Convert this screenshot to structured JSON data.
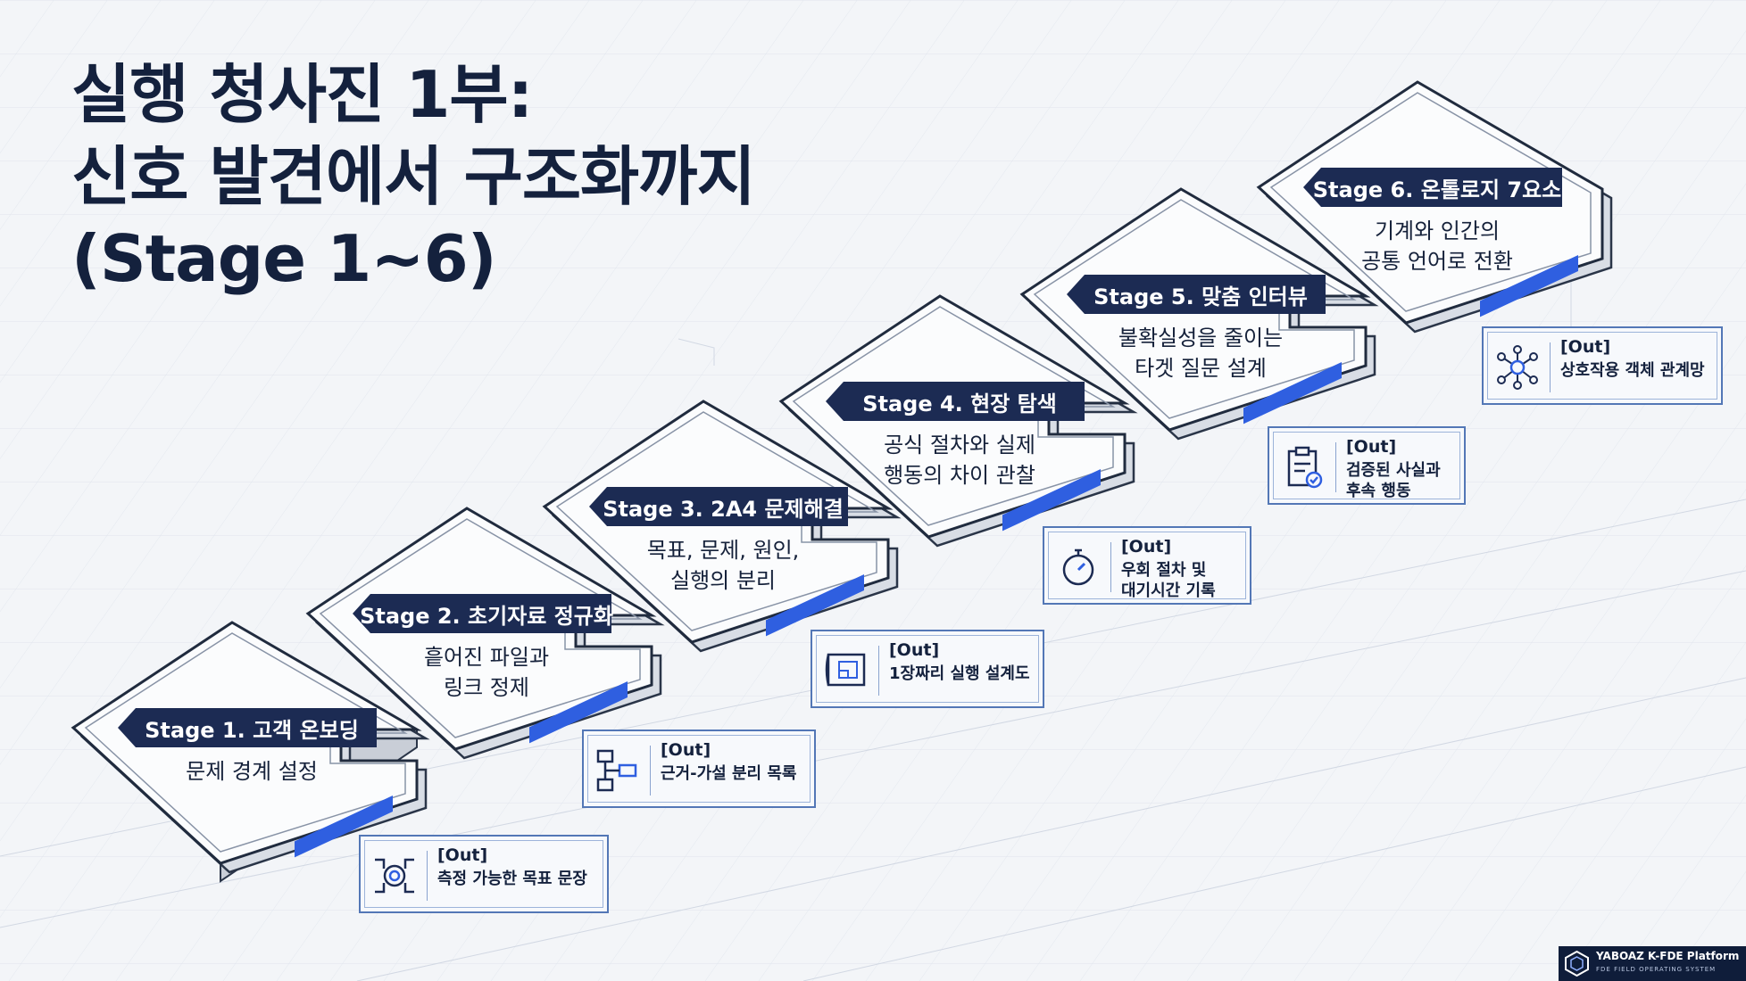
{
  "title": {
    "line1": "실행 청사진 1부:",
    "line2": "신호 발견에서 구조화까지",
    "line3": "(Stage 1~6)"
  },
  "colors": {
    "navy": "#1c2b53",
    "accent": "#2f5fe0",
    "border": "#5377b6"
  },
  "stages": [
    {
      "title": "Stage 1. 고객 온보딩",
      "desc": [
        "문제 경계 설정"
      ],
      "output": {
        "tag": "[Out]",
        "text": [
          "측정 가능한 목표 문장"
        ],
        "icon": "target-network-icon"
      }
    },
    {
      "title": "Stage 2. 초기자료 정규화",
      "desc": [
        "흩어진 파일과",
        "링크 정제"
      ],
      "output": {
        "tag": "[Out]",
        "text": [
          "근거-가설 분리 목록"
        ],
        "icon": "flowchart-icon"
      }
    },
    {
      "title": "Stage 3. 2A4 문제해결",
      "desc": [
        "목표, 문제, 원인,",
        "실행의 분리"
      ],
      "output": {
        "tag": "[Out]",
        "text": [
          "1장짜리 실행 설계도"
        ],
        "icon": "blueprint-icon"
      }
    },
    {
      "title": "Stage 4. 현장 탐색",
      "desc": [
        "공식 절차와 실제",
        "행동의 차이 관찰"
      ],
      "output": {
        "tag": "[Out]",
        "text": [
          "우회 절차 및",
          "대기시간 기록"
        ],
        "icon": "stopwatch-icon"
      }
    },
    {
      "title": "Stage 5. 맞춤 인터뷰",
      "desc": [
        "불확실성을 줄이는",
        "타겟 질문 설계"
      ],
      "output": {
        "tag": "[Out]",
        "text": [
          "검증된 사실과",
          "후속 행동"
        ],
        "icon": "clipboard-check-icon"
      }
    },
    {
      "title": "Stage 6. 온톨로지 7요소",
      "desc": [
        "기계와 인간의",
        "공통 언어로 전환"
      ],
      "output": {
        "tag": "[Out]",
        "text": [
          "상호작용 객체 관계망"
        ],
        "icon": "network-nodes-icon"
      }
    }
  ],
  "logo": {
    "name": "YABOAZ K-FDE Platform",
    "subtitle": "FDE FIELD OPERATING SYSTEM",
    "icon": "hexagon-logo-icon"
  }
}
